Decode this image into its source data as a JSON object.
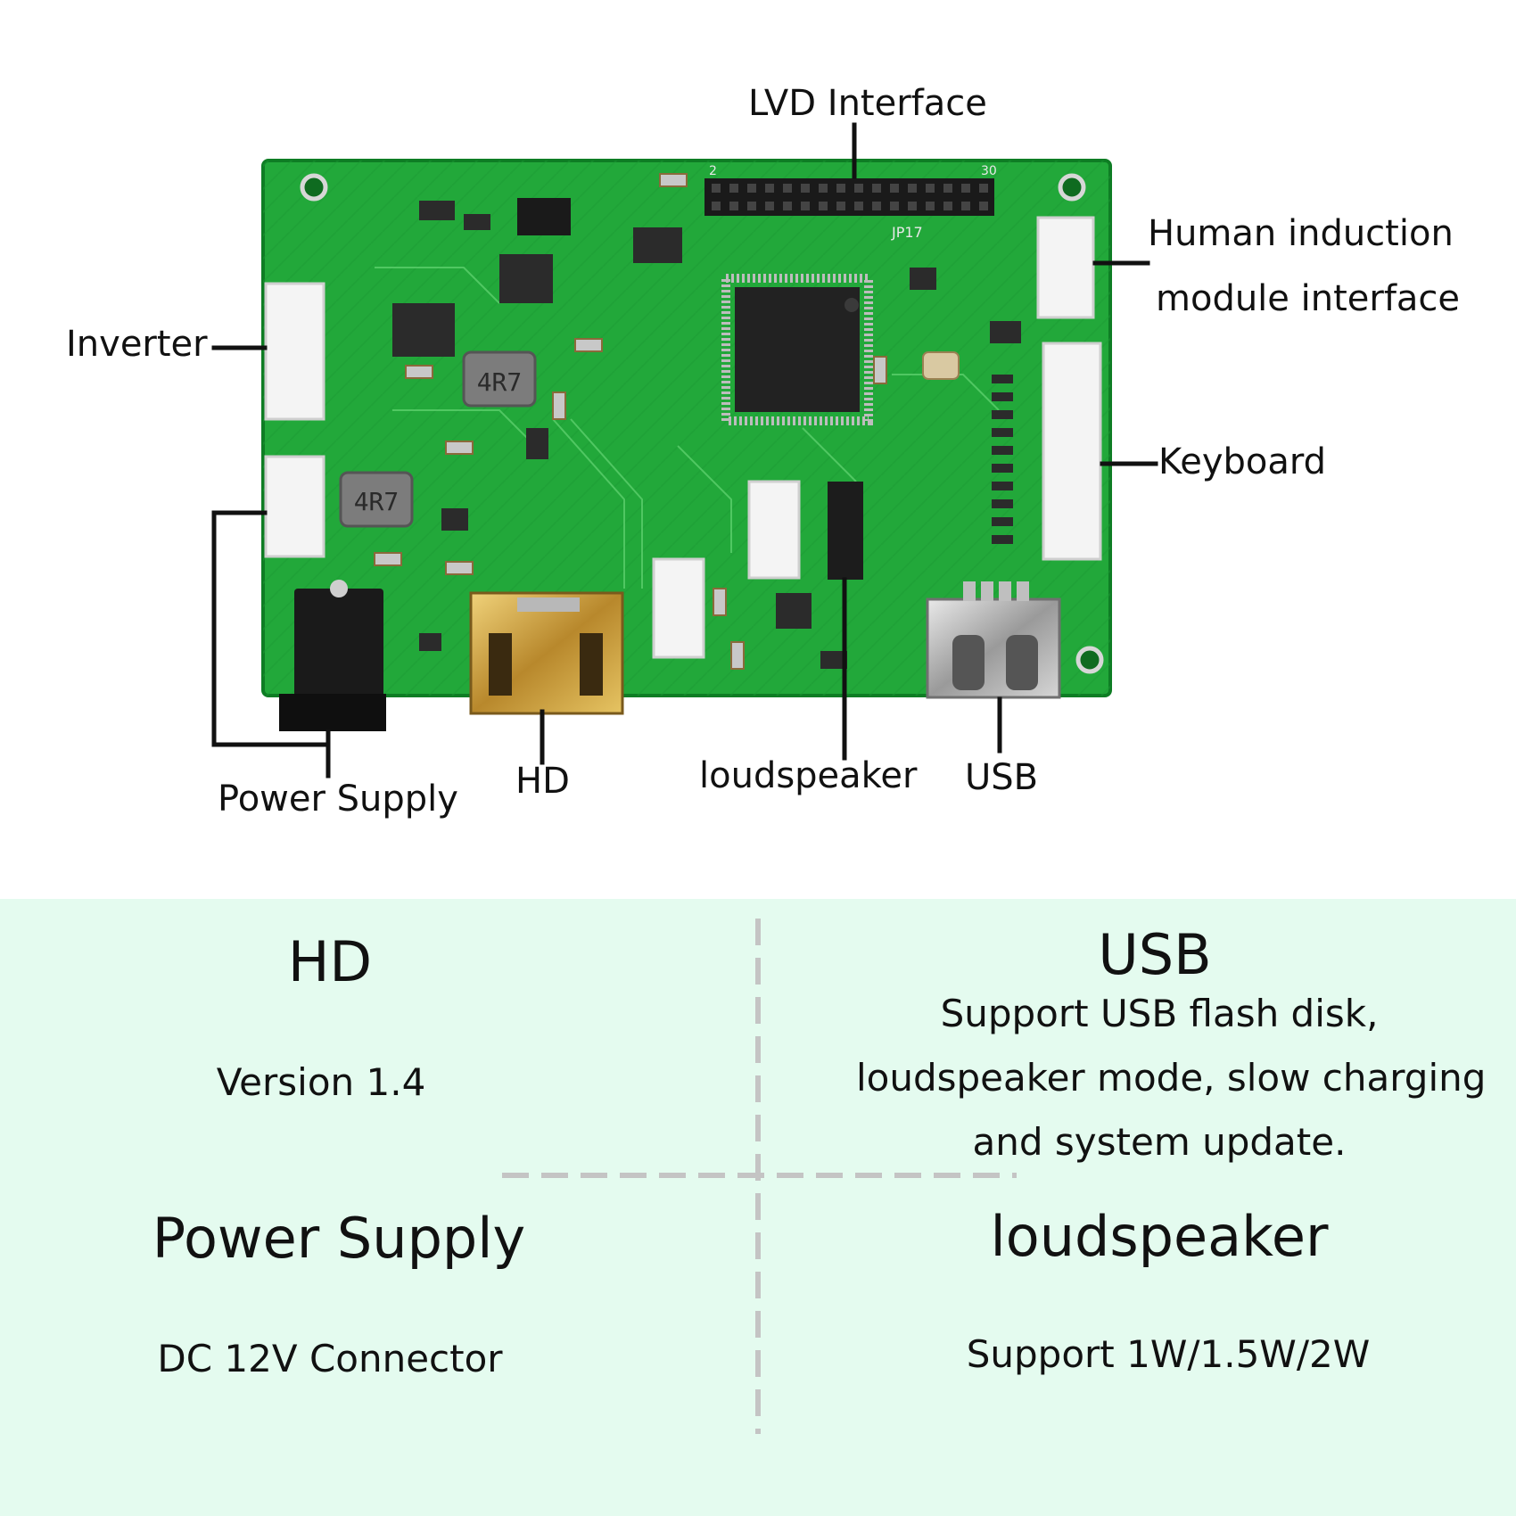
{
  "colors": {
    "pcb_green": "#22a83a",
    "pcb_dark_green": "#138a2a",
    "panel_background": "#e4fbef",
    "divider": "#c4c4c4",
    "leader_line": "#111111"
  },
  "callouts": {
    "lvds": "LVD Interface",
    "human_induction_line1": "Human induction",
    "human_induction_line2": "module interface",
    "inverter": "Inverter",
    "keyboard": "Keyboard",
    "power_supply": "Power Supply",
    "hd": "HD",
    "loudspeaker": "loudspeaker",
    "usb": "USB"
  },
  "board": {
    "inductor_marking": "4R7",
    "header_marking": "JP17",
    "pin_number_left": "2",
    "pin_number_right": "30"
  },
  "specs": {
    "hd": {
      "title": "HD",
      "lines": [
        "Version 1.4"
      ]
    },
    "usb": {
      "title": "USB",
      "lines": [
        "Support USB flash disk,",
        "loudspeaker mode, slow charging",
        "and system update."
      ]
    },
    "power": {
      "title": "Power Supply",
      "lines": [
        "DC 12V Connector"
      ]
    },
    "loudspeaker": {
      "title": "loudspeaker",
      "lines": [
        "Support 1W/1.5W/2W"
      ]
    }
  }
}
